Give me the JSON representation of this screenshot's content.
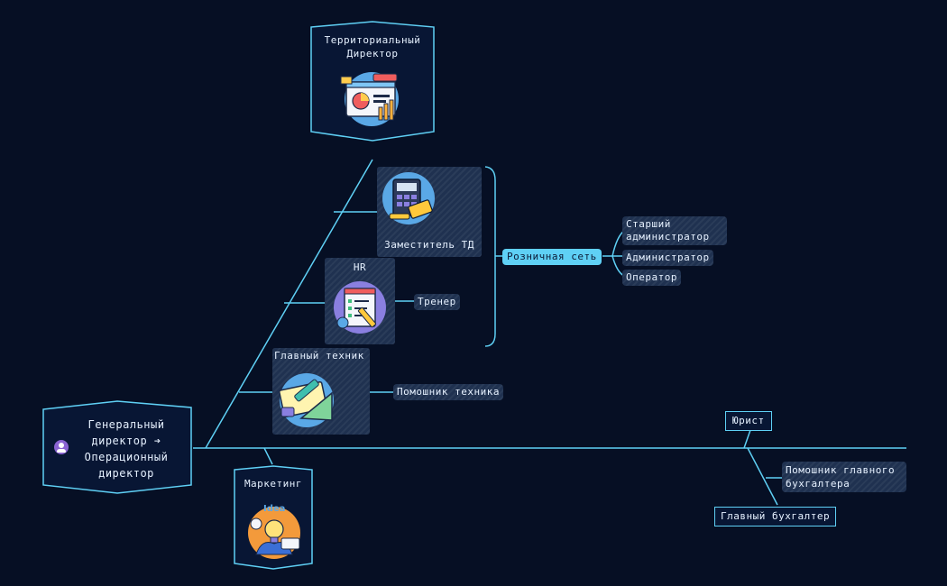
{
  "colors": {
    "background": "#060f24",
    "line": "#5fd0f5",
    "accent": "#5fd0f5",
    "node_fill": "#1f3150"
  },
  "root": {
    "label": "Генеральный директор ➔ Операционный директор",
    "icon": "user-circle-icon"
  },
  "nodes": {
    "territorial": {
      "title": "Территориальный Директор",
      "icon": "analytics-dashboard-icon"
    },
    "deputy": {
      "title": "Заместитель ТД",
      "icon": "calculator-card-icon"
    },
    "hr": {
      "title": "HR",
      "icon": "checklist-icon"
    },
    "trainer": {
      "label": "Тренер"
    },
    "chief_tech": {
      "title": "Главный техник",
      "icon": "ruler-pencil-icon"
    },
    "assistant_tech": {
      "label": "Помошник техника"
    },
    "retail": {
      "label": "Розничная сеть"
    },
    "senior_admin": {
      "label": "Старший администратор"
    },
    "admin": {
      "label": "Администратор"
    },
    "operator": {
      "label": "Оператор"
    },
    "marketing": {
      "title": "Маркетинг",
      "icon": "idea-bulb-icon",
      "idea_text": "Idea"
    },
    "lawyer": {
      "label": "Юрист"
    },
    "assistant_accountant": {
      "label": "Помошник главного бухгалтера"
    },
    "chief_accountant": {
      "label": "Главный бухгалтер"
    }
  }
}
